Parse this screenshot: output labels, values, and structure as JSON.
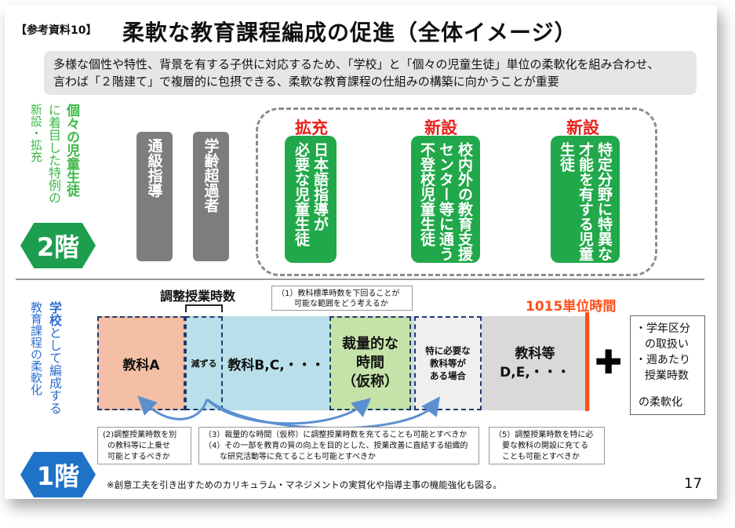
{
  "header": {
    "ref": "【参考資料10】",
    "title": "柔軟な教育課程編成の促進（全体イメージ）"
  },
  "summary": {
    "line1": "多様な個性や特性、背景を有する子供に対応するため、「学校」と「個々の児童生徒」単位の柔軟化を組み合わせ、",
    "line2": "言わば「２階建て」で複層的に包摂できる、柔軟な教育課程の仕組みの構築に向かうことが重要"
  },
  "floor2": {
    "side_green": "個々の児童生徒",
    "side_rest1": "に着目した特例の",
    "side_rest2": "新設・拡充",
    "badge": "2階",
    "bars": [
      {
        "label": "通級指導"
      },
      {
        "label": "学齢超過者"
      }
    ],
    "new_items": [
      {
        "tag": "拡充",
        "col1": "日本語指導が",
        "col2": "必要な児童生徒"
      },
      {
        "tag": "新設",
        "col1": "校内外の教育支援",
        "col2": "センター等に通う",
        "col3": "不登校児童生徒"
      },
      {
        "tag": "新設",
        "col1": "特定分野に特異な",
        "col2": "才能を有する児童",
        "col3": "生徒"
      }
    ]
  },
  "floor1": {
    "side_blue": "学校",
    "side_rest1": "として編成する",
    "side_rest2": "教育課程の柔軟化",
    "badge": "1階",
    "adjust_label": "調整授業時数",
    "note1_line1": "（1）教科標準時数を下回ることが",
    "note1_line2": "可能な範囲をどう考えるか",
    "hours_label": "1015単位時間",
    "box_a": "教科A",
    "box_reduce": "減ずる",
    "box_bc": "教科B,C,・・・",
    "box_discretion_l1": "裁量的な",
    "box_discretion_l2": "時間",
    "box_discretion_l3": "（仮称）",
    "box_special_l1": "特に必要な",
    "box_special_l2": "教科等が",
    "box_special_l3": "ある場合",
    "box_de_l1": "教科等",
    "box_de_l2": "D,E,・・・",
    "plus": "✚",
    "right_box": {
      "l1": "・学年区分",
      "l2": "の取扱い",
      "l3": "・週あたり",
      "l4": "授業時数",
      "l5": "の柔軟化"
    },
    "note2_l1": "(2)調整授業時数を別",
    "note2_l2": "の教科等に上乗せ",
    "note2_l3": "可能とするべきか",
    "note3_l1": "（3）裁量的な時間（仮称）に調整授業時数を充てることも可能とすべきか",
    "note3_l2": "（4）その一部を教育の質の向上を目的とした、授業改善に直結する組織的",
    "note3_l3": "な研究活動等に充てることも可能とすべきか",
    "note5_l1": "（5）調整授業時数を特に必",
    "note5_l2": "要な教科の開設に充てる",
    "note5_l3": "ことも可能とすべきか"
  },
  "footer": {
    "note": "※創意工夫を引き出すためのカリキュラム・マネジメントの実質化や指導主事の機能強化も図る。",
    "page": "17"
  },
  "colors": {
    "green": "#21a84a",
    "red": "#e8221b",
    "orange": "#ff4f1a",
    "blue_badge": "#1e72c8",
    "salmon": "#f4c0a5",
    "lightblue": "#b9e0ea",
    "lightgreen": "#c5e3a9"
  }
}
